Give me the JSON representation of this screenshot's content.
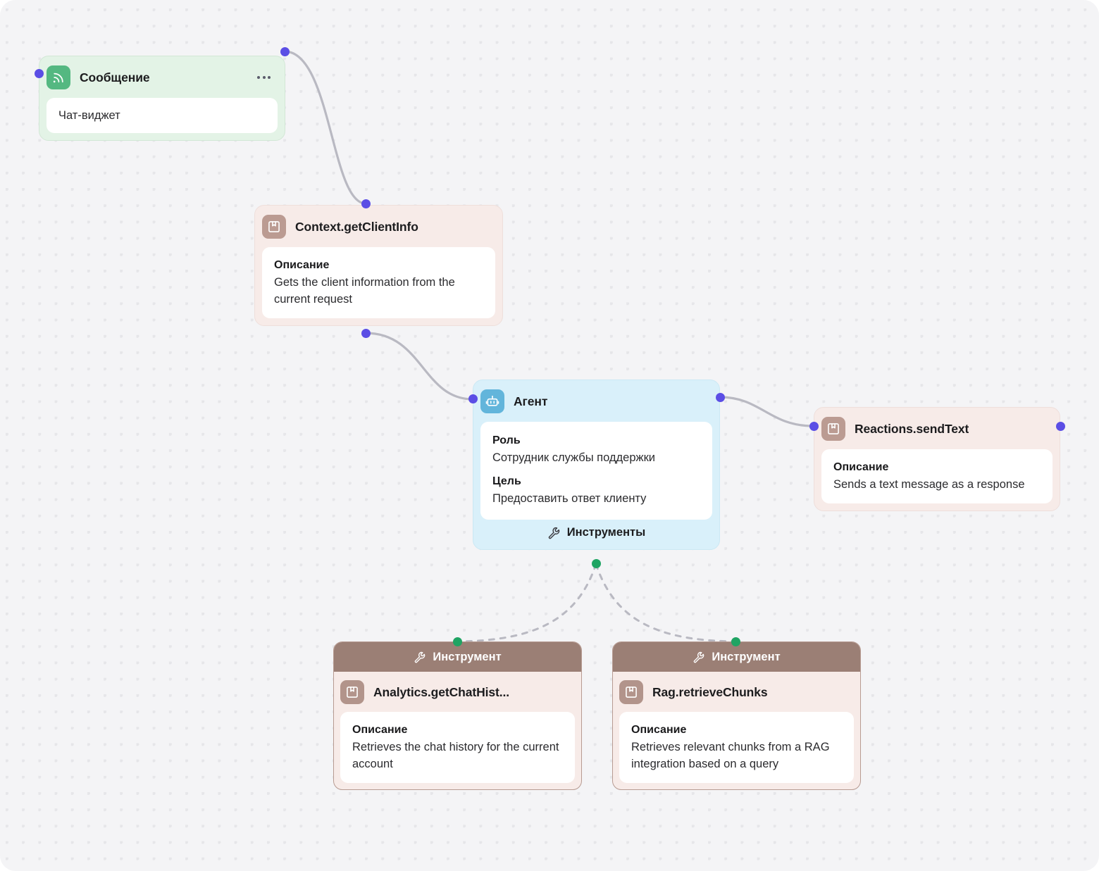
{
  "canvas": {
    "background_color": "#f4f4f6",
    "dot_color": "#e6e6e9",
    "edge_color": "#b9b9c2",
    "handle_purple": "#5b4ee5",
    "handle_green": "#1fa463"
  },
  "nodes": {
    "trigger": {
      "title": "Сообщение",
      "icon": "rss-signal-icon",
      "accent_color": "#54b881",
      "body_text": "Чат-виджет",
      "menu_label": "…"
    },
    "get_client_info": {
      "title": "Context.getClientInfo",
      "icon": "book-bookmark-icon",
      "accent_color": "#bb9b92",
      "description_label": "Описание",
      "description_value": "Gets the client information from the current request"
    },
    "agent": {
      "title": "Агент",
      "icon": "robot-icon",
      "accent_color": "#62b5db",
      "role_label": "Роль",
      "role_value": "Сотрудник службы поддержки",
      "goal_label": "Цель",
      "goal_value": "Предоставить ответ клиенту",
      "tools_label": "Инструменты",
      "tools_icon": "wrench-icon"
    },
    "send_text": {
      "title": "Reactions.sendText",
      "icon": "book-bookmark-icon",
      "accent_color": "#bb9b92",
      "description_label": "Описание",
      "description_value": "Sends a text message as a response"
    },
    "tool_chat_history": {
      "header_label": "Инструмент",
      "header_icon": "wrench-icon",
      "title": "Analytics.getChatHist...",
      "icon": "book-bookmark-icon",
      "accent_color": "#b2948b",
      "description_label": "Описание",
      "description_value": "Retrieves the chat history for the current account"
    },
    "tool_retrieve_chunks": {
      "header_label": "Инструмент",
      "header_icon": "wrench-icon",
      "title": "Rag.retrieveChunks",
      "icon": "book-bookmark-icon",
      "accent_color": "#b2948b",
      "description_label": "Описание",
      "description_value": "Retrieves relevant chunks from a RAG integration based on a query"
    }
  }
}
